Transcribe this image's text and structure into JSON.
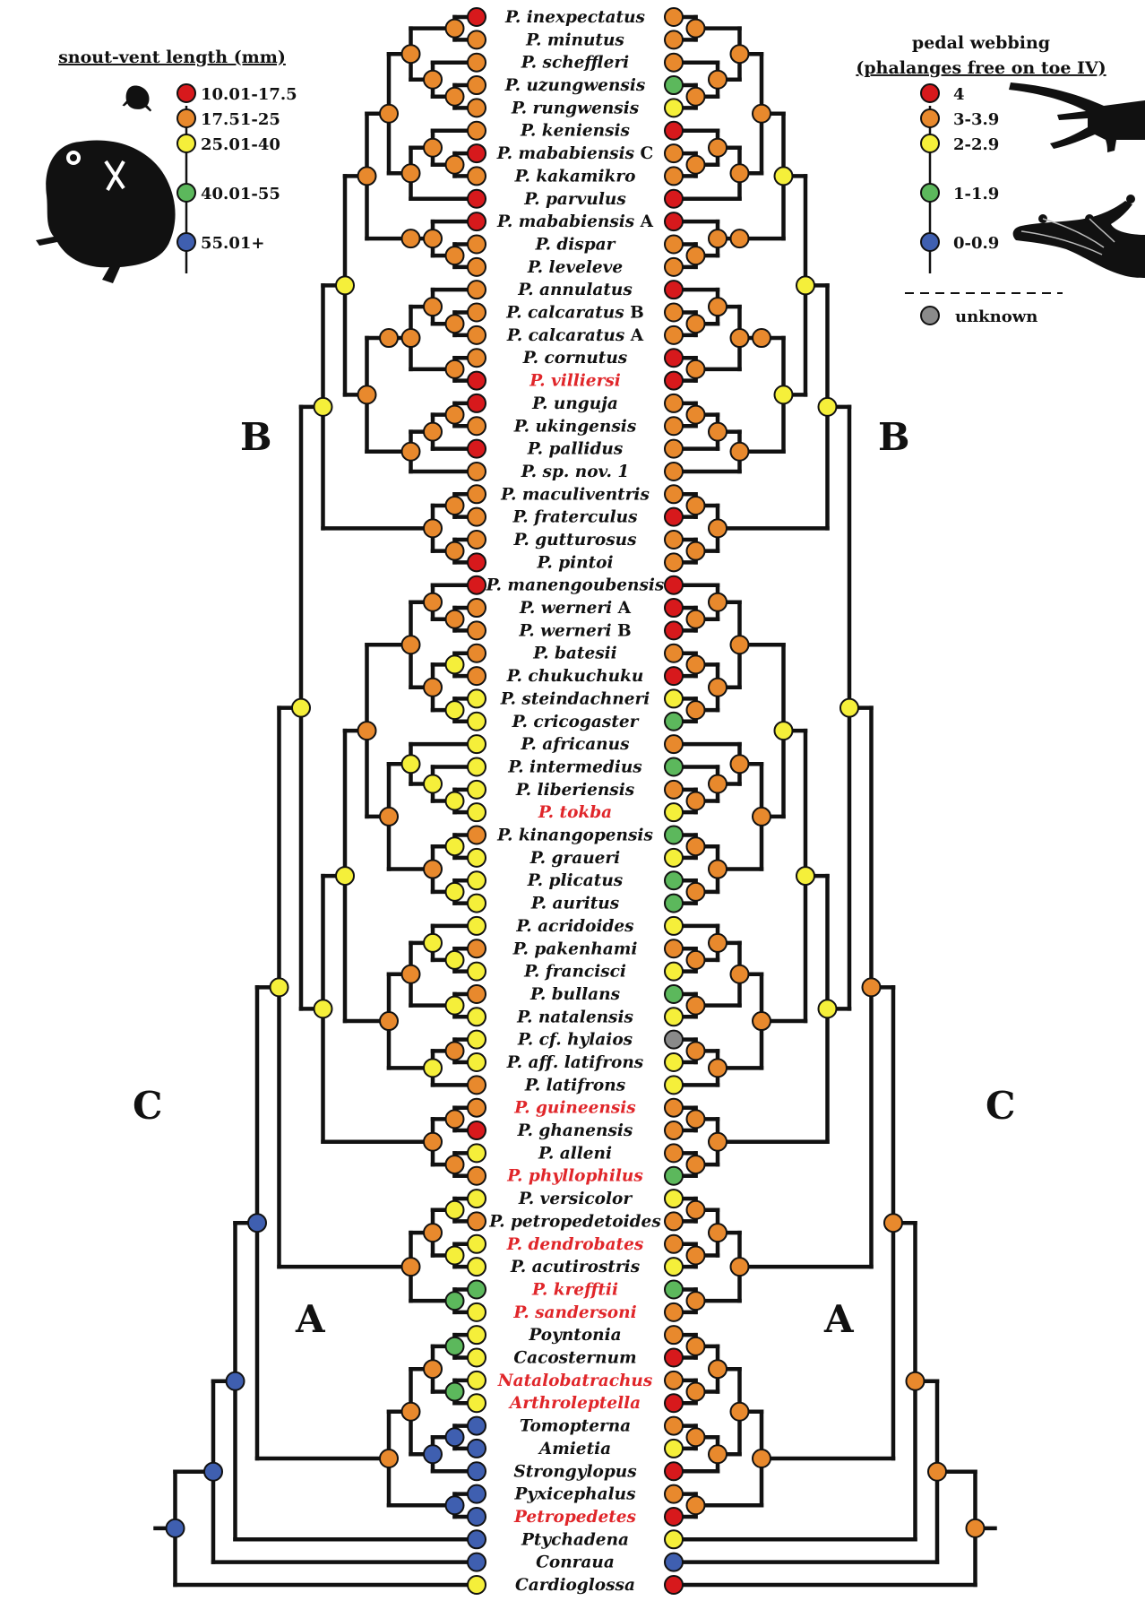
{
  "legend_left": {
    "title": "snout-vent length (mm)",
    "items": [
      {
        "label": "10.01-17.5",
        "color": "#d7191c"
      },
      {
        "label": "17.51-25",
        "color": "#e8892d"
      },
      {
        "label": "25.01-40",
        "color": "#f5ef3a"
      },
      {
        "label": "40.01-55",
        "color": "#5cb85c"
      },
      {
        "label": "55.01+",
        "color": "#3f5fb0"
      }
    ]
  },
  "legend_right": {
    "title_line1": "pedal webbing",
    "title_line2": "(phalanges free on toe IV)",
    "items": [
      {
        "label": "4",
        "color": "#d7191c"
      },
      {
        "label": "3-3.9",
        "color": "#e8892d"
      },
      {
        "label": "2-2.9",
        "color": "#f5ef3a"
      },
      {
        "label": "1-1.9",
        "color": "#5cb85c"
      },
      {
        "label": "0-0.9",
        "color": "#3f5fb0"
      }
    ],
    "unknown_label": "unknown",
    "unknown_color": "#8a8a8a"
  },
  "clade_labels": [
    "A",
    "B",
    "C"
  ],
  "taxa": [
    {
      "parts": [
        {
          "t": "P. inexpectatus",
          "i": true
        }
      ],
      "hl": false,
      "svl": "R",
      "web": "O"
    },
    {
      "parts": [
        {
          "t": "P. minutus",
          "i": true
        }
      ],
      "hl": false,
      "svl": "O",
      "web": "O"
    },
    {
      "parts": [
        {
          "t": "P. scheffleri",
          "i": true
        }
      ],
      "hl": false,
      "svl": "O",
      "web": "O"
    },
    {
      "parts": [
        {
          "t": "P. uzungwensis",
          "i": true
        }
      ],
      "hl": false,
      "svl": "O",
      "web": "G"
    },
    {
      "parts": [
        {
          "t": "P. rungwensis",
          "i": true
        }
      ],
      "hl": false,
      "svl": "O",
      "web": "Y"
    },
    {
      "parts": [
        {
          "t": "P. keniensis",
          "i": true
        }
      ],
      "hl": false,
      "svl": "O",
      "web": "R"
    },
    {
      "parts": [
        {
          "t": "P. mababiensis",
          "i": true
        },
        {
          "t": " C",
          "i": false
        }
      ],
      "hl": false,
      "svl": "R",
      "web": "O"
    },
    {
      "parts": [
        {
          "t": "P. kakamikro",
          "i": true
        }
      ],
      "hl": false,
      "svl": "O",
      "web": "O"
    },
    {
      "parts": [
        {
          "t": "P. parvulus",
          "i": true
        }
      ],
      "hl": false,
      "svl": "R",
      "web": "R"
    },
    {
      "parts": [
        {
          "t": "P. mababiensis",
          "i": true
        },
        {
          "t": " A",
          "i": false
        }
      ],
      "hl": false,
      "svl": "R",
      "web": "R"
    },
    {
      "parts": [
        {
          "t": "P. dispar",
          "i": true
        }
      ],
      "hl": false,
      "svl": "O",
      "web": "O"
    },
    {
      "parts": [
        {
          "t": "P. leveleve",
          "i": true
        }
      ],
      "hl": false,
      "svl": "O",
      "web": "O"
    },
    {
      "parts": [
        {
          "t": "P. annulatus",
          "i": true
        }
      ],
      "hl": false,
      "svl": "O",
      "web": "R"
    },
    {
      "parts": [
        {
          "t": "P. calcaratus",
          "i": true
        },
        {
          "t": " B",
          "i": false
        }
      ],
      "hl": false,
      "svl": "O",
      "web": "O"
    },
    {
      "parts": [
        {
          "t": "P. calcaratus",
          "i": true
        },
        {
          "t": " A",
          "i": false
        }
      ],
      "hl": false,
      "svl": "O",
      "web": "O"
    },
    {
      "parts": [
        {
          "t": "P. cornutus",
          "i": true
        }
      ],
      "hl": false,
      "svl": "O",
      "web": "R"
    },
    {
      "parts": [
        {
          "t": "P. villiersi",
          "i": true
        }
      ],
      "hl": true,
      "svl": "R",
      "web": "R"
    },
    {
      "parts": [
        {
          "t": "P. unguja",
          "i": true
        }
      ],
      "hl": false,
      "svl": "R",
      "web": "O"
    },
    {
      "parts": [
        {
          "t": "P. ukingensis",
          "i": true
        }
      ],
      "hl": false,
      "svl": "O",
      "web": "O"
    },
    {
      "parts": [
        {
          "t": "P. pallidus",
          "i": true
        }
      ],
      "hl": false,
      "svl": "R",
      "web": "O"
    },
    {
      "parts": [
        {
          "t": "P. sp. nov. 1",
          "i": true
        }
      ],
      "hl": false,
      "svl": "O",
      "web": "O"
    },
    {
      "parts": [
        {
          "t": "P. maculiventris",
          "i": true
        }
      ],
      "hl": false,
      "svl": "O",
      "web": "O"
    },
    {
      "parts": [
        {
          "t": "P. fraterculus",
          "i": true
        }
      ],
      "hl": false,
      "svl": "O",
      "web": "R"
    },
    {
      "parts": [
        {
          "t": "P. gutturosus",
          "i": true
        }
      ],
      "hl": false,
      "svl": "O",
      "web": "O"
    },
    {
      "parts": [
        {
          "t": "P. pintoi",
          "i": true
        }
      ],
      "hl": false,
      "svl": "R",
      "web": "O"
    },
    {
      "parts": [
        {
          "t": "P. manengoubensis",
          "i": true
        }
      ],
      "hl": false,
      "svl": "R",
      "web": "R"
    },
    {
      "parts": [
        {
          "t": "P. werneri",
          "i": true
        },
        {
          "t": " A",
          "i": false
        }
      ],
      "hl": false,
      "svl": "O",
      "web": "R"
    },
    {
      "parts": [
        {
          "t": "P. werneri",
          "i": true
        },
        {
          "t": " B",
          "i": false
        }
      ],
      "hl": false,
      "svl": "O",
      "web": "R"
    },
    {
      "parts": [
        {
          "t": "P. batesii",
          "i": true
        }
      ],
      "hl": false,
      "svl": "O",
      "web": "O"
    },
    {
      "parts": [
        {
          "t": "P. chukuchuku",
          "i": true
        }
      ],
      "hl": false,
      "svl": "O",
      "web": "R"
    },
    {
      "parts": [
        {
          "t": "P. steindachneri",
          "i": true
        }
      ],
      "hl": false,
      "svl": "Y",
      "web": "Y"
    },
    {
      "parts": [
        {
          "t": "P. cricogaster",
          "i": true
        }
      ],
      "hl": false,
      "svl": "Y",
      "web": "G"
    },
    {
      "parts": [
        {
          "t": "P. africanus",
          "i": true
        }
      ],
      "hl": false,
      "svl": "Y",
      "web": "O"
    },
    {
      "parts": [
        {
          "t": "P. intermedius",
          "i": true
        }
      ],
      "hl": false,
      "svl": "Y",
      "web": "G"
    },
    {
      "parts": [
        {
          "t": "P. liberiensis",
          "i": true
        }
      ],
      "hl": false,
      "svl": "Y",
      "web": "O"
    },
    {
      "parts": [
        {
          "t": "P. tokba",
          "i": true
        }
      ],
      "hl": true,
      "svl": "Y",
      "web": "Y"
    },
    {
      "parts": [
        {
          "t": "P. kinangopensis",
          "i": true
        }
      ],
      "hl": false,
      "svl": "O",
      "web": "G"
    },
    {
      "parts": [
        {
          "t": "P. graueri",
          "i": true
        }
      ],
      "hl": false,
      "svl": "Y",
      "web": "Y"
    },
    {
      "parts": [
        {
          "t": "P. plicatus",
          "i": true
        }
      ],
      "hl": false,
      "svl": "Y",
      "web": "G"
    },
    {
      "parts": [
        {
          "t": "P. auritus",
          "i": true
        }
      ],
      "hl": false,
      "svl": "Y",
      "web": "G"
    },
    {
      "parts": [
        {
          "t": "P. acridoides",
          "i": true
        }
      ],
      "hl": false,
      "svl": "Y",
      "web": "Y"
    },
    {
      "parts": [
        {
          "t": "P. pakenhami",
          "i": true
        }
      ],
      "hl": false,
      "svl": "O",
      "web": "O"
    },
    {
      "parts": [
        {
          "t": "P. francisci",
          "i": true
        }
      ],
      "hl": false,
      "svl": "Y",
      "web": "Y"
    },
    {
      "parts": [
        {
          "t": "P. bullans",
          "i": true
        }
      ],
      "hl": false,
      "svl": "O",
      "web": "G"
    },
    {
      "parts": [
        {
          "t": "P. natalensis",
          "i": true
        }
      ],
      "hl": false,
      "svl": "Y",
      "web": "Y"
    },
    {
      "parts": [
        {
          "t": "P. cf. hylaios",
          "i": true
        }
      ],
      "hl": false,
      "svl": "Y",
      "web": "U"
    },
    {
      "parts": [
        {
          "t": "P. aff. latifrons",
          "i": true
        }
      ],
      "hl": false,
      "svl": "Y",
      "web": "Y"
    },
    {
      "parts": [
        {
          "t": "P. latifrons",
          "i": true
        }
      ],
      "hl": false,
      "svl": "O",
      "web": "Y"
    },
    {
      "parts": [
        {
          "t": "P. guineensis",
          "i": true
        }
      ],
      "hl": true,
      "svl": "O",
      "web": "O"
    },
    {
      "parts": [
        {
          "t": "P. ghanensis",
          "i": true
        }
      ],
      "hl": false,
      "svl": "R",
      "web": "O"
    },
    {
      "parts": [
        {
          "t": "P. alleni",
          "i": true
        }
      ],
      "hl": false,
      "svl": "Y",
      "web": "O"
    },
    {
      "parts": [
        {
          "t": "P. phyllophilus",
          "i": true
        }
      ],
      "hl": true,
      "svl": "O",
      "web": "G"
    },
    {
      "parts": [
        {
          "t": "P. versicolor",
          "i": true
        }
      ],
      "hl": false,
      "svl": "Y",
      "web": "Y"
    },
    {
      "parts": [
        {
          "t": "P. petropedetoides",
          "i": true
        }
      ],
      "hl": false,
      "svl": "O",
      "web": "O"
    },
    {
      "parts": [
        {
          "t": "P. dendrobates",
          "i": true
        }
      ],
      "hl": true,
      "svl": "Y",
      "web": "O"
    },
    {
      "parts": [
        {
          "t": "P. acutirostris",
          "i": true
        }
      ],
      "hl": false,
      "svl": "Y",
      "web": "Y"
    },
    {
      "parts": [
        {
          "t": "P. krefftii",
          "i": true
        }
      ],
      "hl": true,
      "svl": "G",
      "web": "G"
    },
    {
      "parts": [
        {
          "t": "P. sandersoni",
          "i": true
        }
      ],
      "hl": true,
      "svl": "Y",
      "web": "O"
    },
    {
      "parts": [
        {
          "t": "Poyntonia",
          "i": true
        }
      ],
      "hl": false,
      "svl": "Y",
      "web": "O"
    },
    {
      "parts": [
        {
          "t": "Cacosternum",
          "i": true
        }
      ],
      "hl": false,
      "svl": "Y",
      "web": "R"
    },
    {
      "parts": [
        {
          "t": "Natalobatrachus",
          "i": true
        }
      ],
      "hl": true,
      "svl": "Y",
      "web": "O"
    },
    {
      "parts": [
        {
          "t": "Arthroleptella",
          "i": true
        }
      ],
      "hl": true,
      "svl": "Y",
      "web": "R"
    },
    {
      "parts": [
        {
          "t": "Tomopterna",
          "i": true
        }
      ],
      "hl": false,
      "svl": "B",
      "web": "O"
    },
    {
      "parts": [
        {
          "t": "Amietia",
          "i": true
        }
      ],
      "hl": false,
      "svl": "B",
      "web": "Y"
    },
    {
      "parts": [
        {
          "t": "Strongylopus",
          "i": true
        }
      ],
      "hl": false,
      "svl": "B",
      "web": "R"
    },
    {
      "parts": [
        {
          "t": "Pyxicephalus",
          "i": true
        }
      ],
      "hl": false,
      "svl": "B",
      "web": "O"
    },
    {
      "parts": [
        {
          "t": "Petropedetes",
          "i": true
        }
      ],
      "hl": true,
      "svl": "B",
      "web": "R"
    },
    {
      "parts": [
        {
          "t": "Ptychadena",
          "i": true
        }
      ],
      "hl": false,
      "svl": "B",
      "web": "Y"
    },
    {
      "parts": [
        {
          "t": "Conraua",
          "i": true
        }
      ],
      "hl": false,
      "svl": "B",
      "web": "B"
    },
    {
      "parts": [
        {
          "t": "Cardioglossa",
          "i": true
        }
      ],
      "hl": false,
      "svl": "Y",
      "web": "R"
    }
  ],
  "tree": "((((((((((((0,1),(2,(3,4))),((5,(6,7)),8)),((9,(10,11)))),((((12,(13,14)),(15,16))),(((17,18),19),20))),((21,22),(23,24))),(((((25,(26,27)),((28,29),(30,31))),((32,(33,(34,35))),((36,37),(38,39)))),(((40,(41,42)),(43,44)),((45,46),47))),((48,49),(50,51)))),(((52,53),(54,55)),(56,57))),((((58,59),(60,61)),((62,63),64)),(65,66))),67),68),69)",
  "svl_nodes": "R",
  "web_nodes": "O",
  "svl_internal": {
    "(0,1)": "O",
    "(3,4)": "O",
    "(2,(3,4))": "O",
    "((0,1),(2,(3,4)))": "O",
    "(6,7)": "O",
    "(5,(6,7))": "O",
    "((5,(6,7)),8)": "O",
    "(10,11)": "O",
    "(9,(10,11))": "O",
    "(13,14)": "O",
    "(12,(13,14))": "O",
    "(15,16)": "O",
    "(17,18)": "O",
    "((17,18),19)": "O",
    "(21,22)": "O",
    "(23,24)": "O",
    "((21,22),(23,24))": "O",
    "(26,27)": "O",
    "(25,(26,27))": "O",
    "(28,29)": "Y",
    "(30,31)": "Y",
    "(34,35)": "Y",
    "(33,(34,35))": "Y",
    "(32,(33,(34,35)))": "Y",
    "(36,37)": "Y",
    "(38,39)": "Y",
    "(41,42)": "Y",
    "(40,(41,42))": "Y",
    "(43,44)": "Y",
    "(45,46)": "O",
    "((45,46),47)": "Y",
    "(48,49)": "O",
    "(50,51)": "O",
    "((48,49),(50,51))": "O",
    "(52,53)": "Y",
    "(54,55)": "Y",
    "(56,57)": "G",
    "(58,59)": "G",
    "(60,61)": "G",
    "(62,63)": "B",
    "((62,63),64)": "B",
    "(65,66)": "B"
  }
}
